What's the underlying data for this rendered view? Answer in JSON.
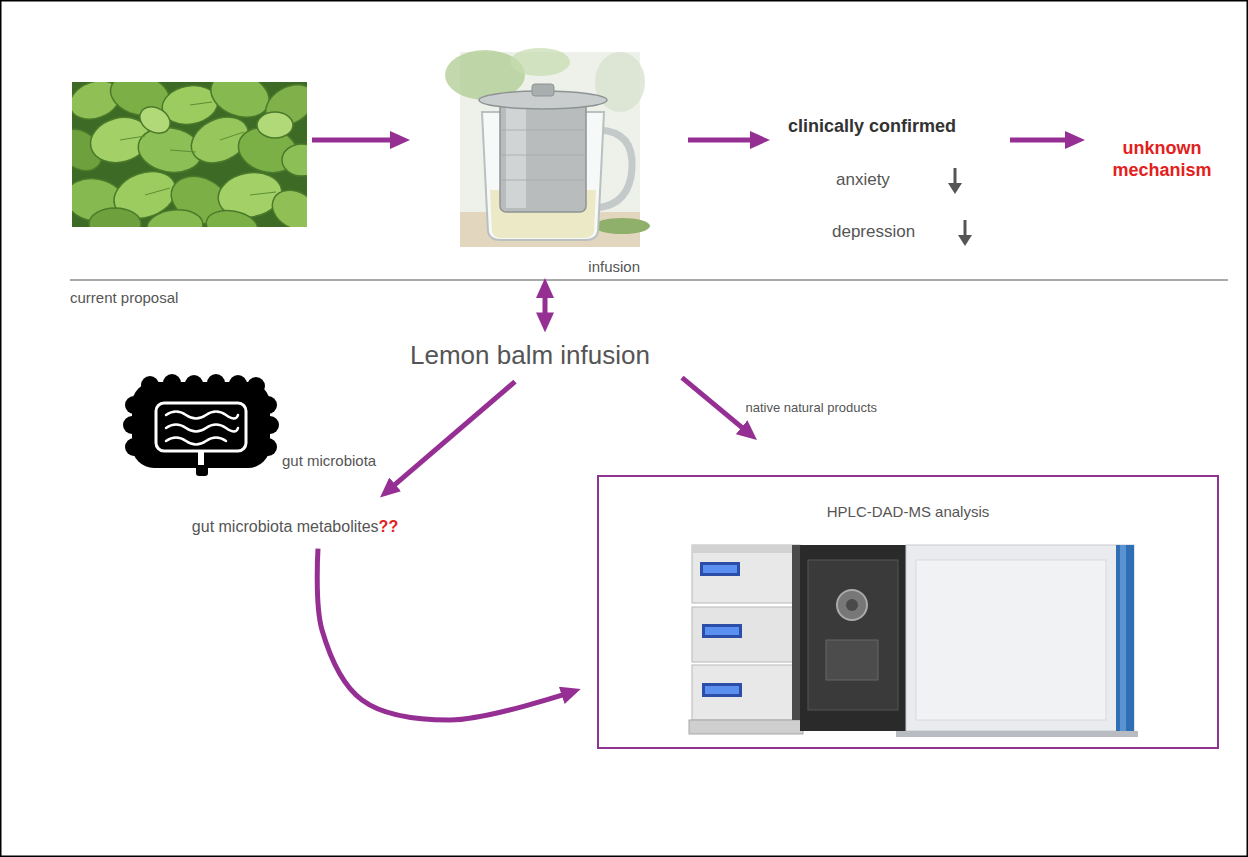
{
  "diagram": {
    "nodes": [
      {
        "text": [
          "infusion"
        ]
      },
      {
        "text": [
          "clinically confirmed",
          "anxiety",
          "depression"
        ]
      },
      {
        "text": [
          "unknown mechanism"
        ]
      },
      {
        "text": [
          "Lemon balm infusion"
        ]
      },
      {
        "text": [
          "gut microbiota"
        ]
      },
      {
        "text": [
          "gut microbiota metabolites",
          "??"
        ]
      },
      {
        "text": [
          "HPLC-DAD-MS analysis"
        ]
      }
    ],
    "edges": [
      {
        "from": 0,
        "to": 1,
        "arrow": "to"
      },
      {
        "from": 1,
        "to": 2,
        "arrow": "to"
      },
      {
        "from": 0,
        "to": 3,
        "arrow": "both"
      },
      {
        "from": 3,
        "to": 5,
        "arrow": "to"
      },
      {
        "from": 3,
        "to": 6,
        "label": "native natural products",
        "arrow": "to"
      },
      {
        "from": 5,
        "to": 6,
        "arrow": "to"
      }
    ],
    "labels": [
      "current proposal"
    ]
  }
}
